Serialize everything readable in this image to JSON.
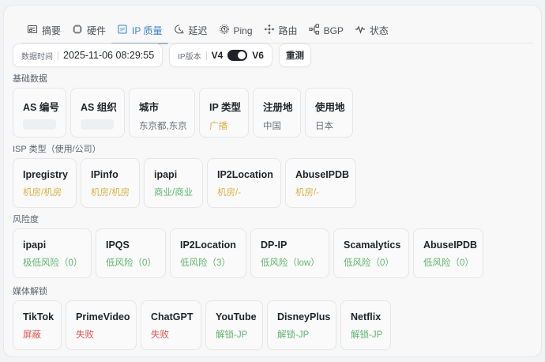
{
  "tabs": [
    {
      "label": "摘要",
      "icon": "summary-icon",
      "active": false
    },
    {
      "label": "硬件",
      "icon": "chip-icon",
      "active": false
    },
    {
      "label": "IP 质量",
      "icon": "ip-icon",
      "active": true
    },
    {
      "label": "延迟",
      "icon": "latency-icon",
      "active": false
    },
    {
      "label": "Ping",
      "icon": "ping-icon",
      "active": false
    },
    {
      "label": "路由",
      "icon": "route-icon",
      "active": false
    },
    {
      "label": "BGP",
      "icon": "bgp-icon",
      "active": false
    },
    {
      "label": "状态",
      "icon": "status-icon",
      "active": false
    }
  ],
  "toolbar": {
    "time_label": "数据时间",
    "time_value": "2025-11-06 08:29:55",
    "ipver_label": "IP版本",
    "v4": "V4",
    "v6": "V6",
    "toggle_state": "V6",
    "retest_label": "重测"
  },
  "sections": {
    "basic": {
      "title": "基础数据",
      "cards": [
        {
          "title": "AS 编号",
          "value": "",
          "redacted": true
        },
        {
          "title": "AS 组织",
          "value": "",
          "redacted": true
        },
        {
          "title": "城市",
          "value": "东京都,东京",
          "color": "grey"
        },
        {
          "title": "IP 类型",
          "value": "广播",
          "color": "yellow"
        },
        {
          "title": "注册地",
          "value": "中国",
          "color": "grey"
        },
        {
          "title": "使用地",
          "value": "日本",
          "color": "grey"
        }
      ]
    },
    "isp": {
      "title": "ISP 类型（使用/公司）",
      "cards": [
        {
          "title": "Ipregistry",
          "value": "机房/机房",
          "color": "yellow"
        },
        {
          "title": "IPinfo",
          "value": "机房/机房",
          "color": "yellow"
        },
        {
          "title": "ipapi",
          "value": "商业/商业",
          "color": "green"
        },
        {
          "title": "IP2Location",
          "value": "机房/-",
          "color": "yellow"
        },
        {
          "title": "AbuseIPDB",
          "value": "机房/-",
          "color": "yellow"
        }
      ]
    },
    "risk": {
      "title": "风险度",
      "cards": [
        {
          "title": "ipapi",
          "value": "极低风险（0）",
          "color": "green"
        },
        {
          "title": "IPQS",
          "value": "低风险（0）",
          "color": "green"
        },
        {
          "title": "IP2Location",
          "value": "低风险（3）",
          "color": "green"
        },
        {
          "title": "DP-IP",
          "value": "低风险（low）",
          "color": "green"
        },
        {
          "title": "Scamalytics",
          "value": "低风险（0）",
          "color": "green"
        },
        {
          "title": "AbuseIPDB",
          "value": "低风险（0）",
          "color": "green"
        }
      ]
    },
    "media": {
      "title": "媒体解锁",
      "cards": [
        {
          "title": "TikTok",
          "value": "屏蔽",
          "color": "red"
        },
        {
          "title": "PrimeVideo",
          "value": "失败",
          "color": "red"
        },
        {
          "title": "ChatGPT",
          "value": "失败",
          "color": "red"
        },
        {
          "title": "YouTube",
          "value": "解锁-JP",
          "color": "green"
        },
        {
          "title": "DisneyPlus",
          "value": "解锁-JP",
          "color": "green"
        },
        {
          "title": "Netflix",
          "value": "解锁-JP",
          "color": "green"
        }
      ]
    }
  },
  "colors": {
    "accent": "#3a86c8",
    "yellow": "#d9b24a",
    "green": "#5fb56f",
    "red": "#d9534f"
  }
}
